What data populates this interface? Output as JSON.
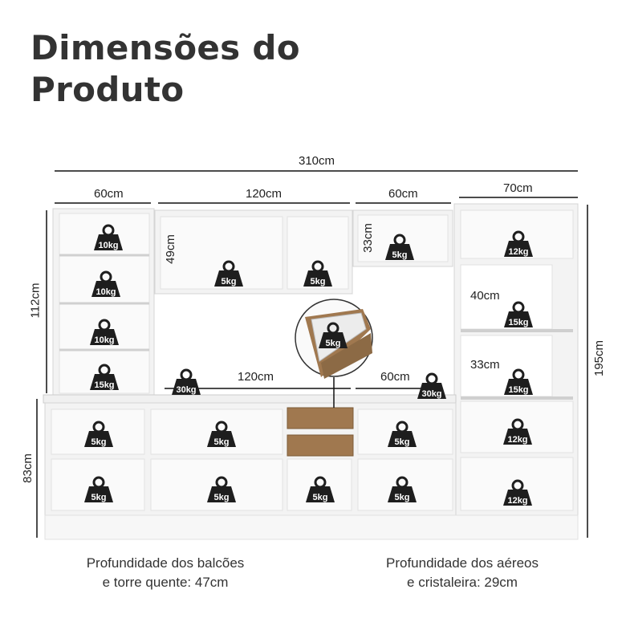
{
  "title_line1": "Dimensões do",
  "title_line2": "Produto",
  "dims": {
    "total_width": "310cm",
    "col1_width": "60cm",
    "col2_width": "120cm",
    "col3_width": "60cm",
    "col4_width": "70cm",
    "upper_height": "112cm",
    "niche_height": "49cm",
    "aereo_height": "33cm",
    "lower_height": "83cm",
    "total_height": "195cm",
    "shelf_height_40": "40cm",
    "shelf_height_33": "33cm",
    "counter_120": "120cm",
    "counter_60": "60cm"
  },
  "weights": {
    "w10": "10kg",
    "w15": "15kg",
    "w5": "5kg",
    "w12": "12kg",
    "w30": "30kg"
  },
  "footer": {
    "left_line1": "Profundidade dos balcões",
    "left_line2": "e torre quente: 47cm",
    "right_line1": "Profundidade dos aéreos",
    "right_line2": "e cristaleira: 29cm"
  },
  "colors": {
    "furniture": "#f2f2f2",
    "edge": "#d6d6d6",
    "wood": "#a0784f",
    "weight_icon": "#1e1e1e"
  }
}
